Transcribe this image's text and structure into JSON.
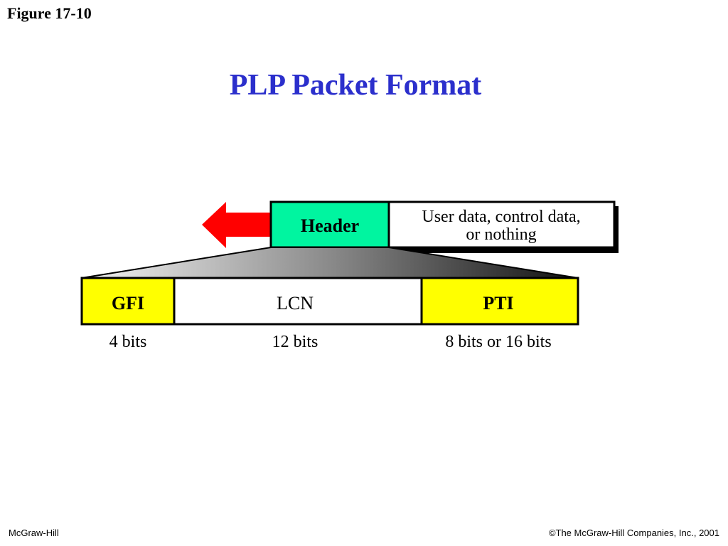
{
  "figure_label": "Figure 17-10",
  "title": "PLP Packet Format",
  "packet": {
    "header_label": "Header",
    "payload_line1": "User data, control data,",
    "payload_line2": "or nothing"
  },
  "header_fields": [
    {
      "name": "GFI",
      "size": "4 bits",
      "fill": "#ffff00"
    },
    {
      "name": "LCN",
      "size": "12 bits",
      "fill": "#ffffff"
    },
    {
      "name": "PTI",
      "size": "8 bits or 16 bits",
      "fill": "#ffff00"
    }
  ],
  "colors": {
    "header_fill": "#00f5a0",
    "arrow": "#ff0000",
    "title": "#2b2fcc"
  },
  "footer": {
    "left": "McGraw-Hill",
    "right": "©The McGraw-Hill Companies, Inc., 2001"
  }
}
